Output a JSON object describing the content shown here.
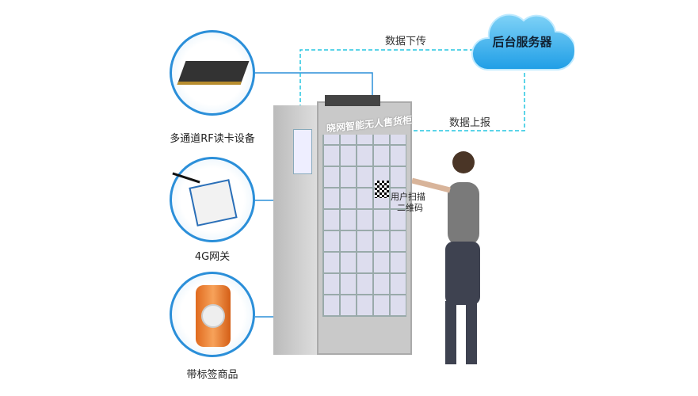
{
  "cloud": {
    "label": "后台服务器"
  },
  "links": {
    "down": "数据下传",
    "up": "数据上报"
  },
  "devices": [
    {
      "label": "多通道RF读卡设备",
      "icon": "rf-reader-icon"
    },
    {
      "label": "4G网关",
      "icon": "gateway-icon"
    },
    {
      "label": "带标签商品",
      "icon": "tagged-can-icon"
    }
  ],
  "cabinet": {
    "sign": "晓网智能无人售货柜",
    "qr_caption_1": "用户扫描",
    "qr_caption_2": "二维码"
  },
  "colors": {
    "accent": "#2b8fd9",
    "dashed": "#25c6e0"
  }
}
